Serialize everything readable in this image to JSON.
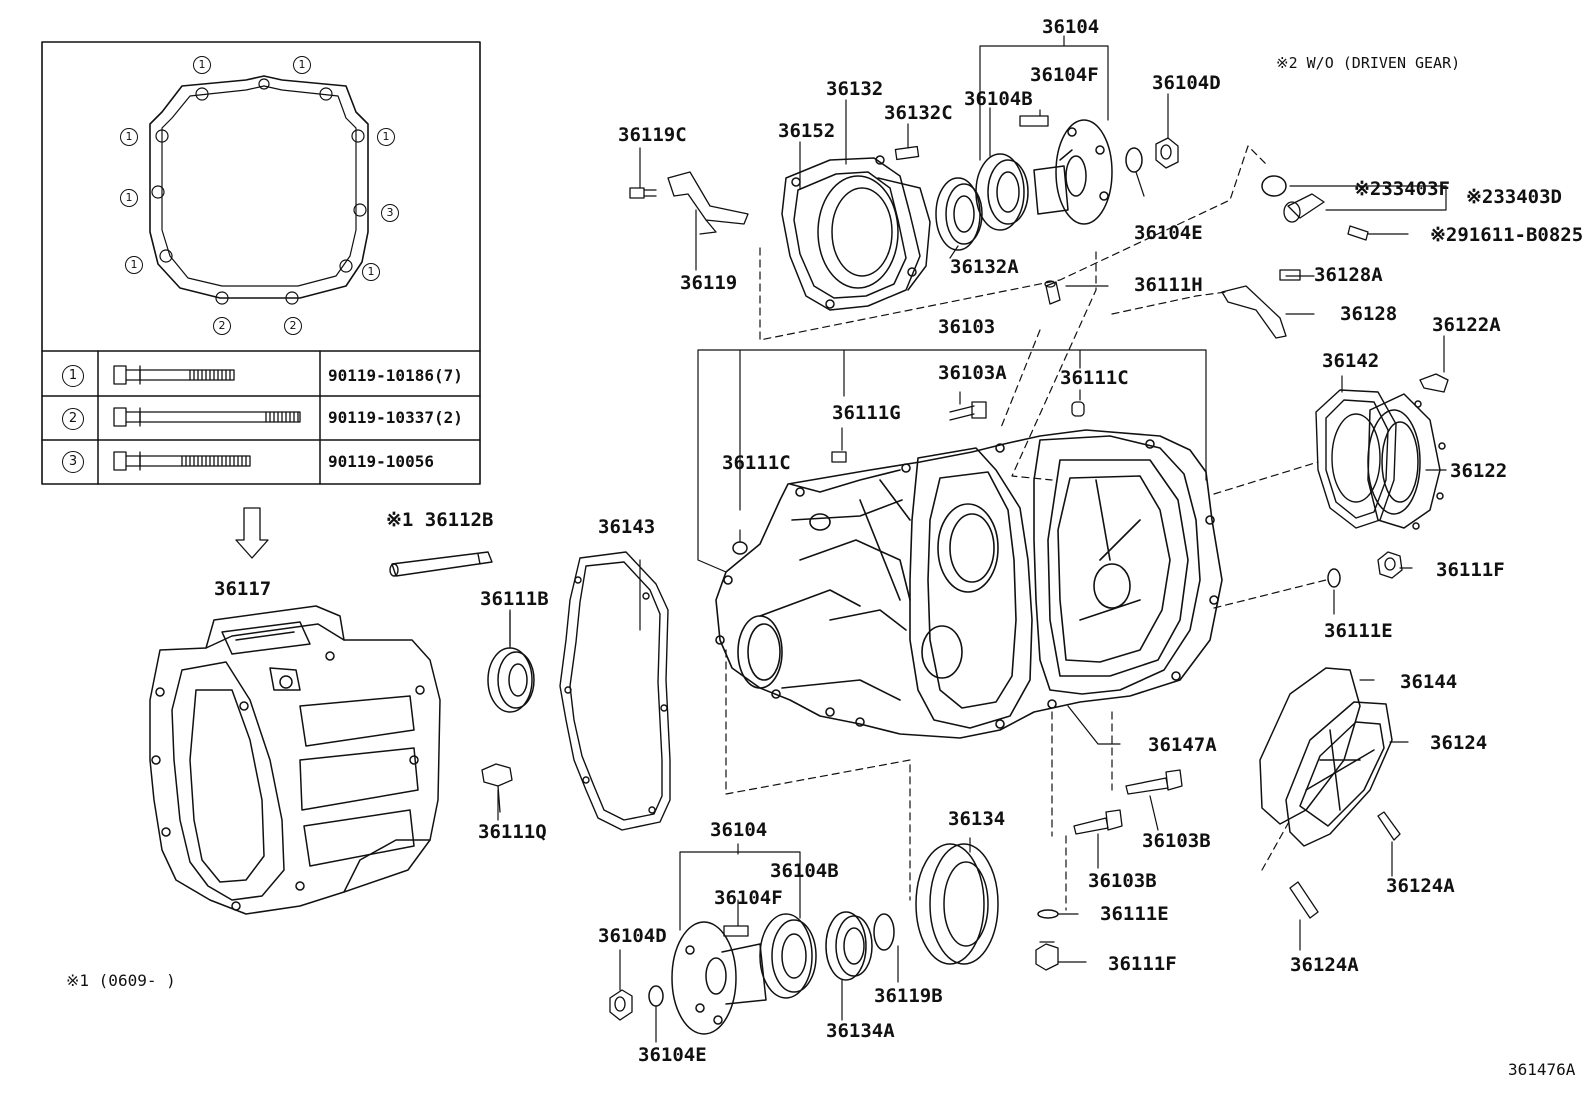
{
  "diagram": {
    "notes": {
      "driven_gear": "※2 W/O (DRIVEN GEAR)",
      "date_range": "※1 (0609-        )",
      "figure_id": "361476A"
    },
    "bolt_table": {
      "rows": [
        {
          "marker": "1",
          "part_number": "90119-10186(7)"
        },
        {
          "marker": "2",
          "part_number": "90119-10337(2)"
        },
        {
          "marker": "3",
          "part_number": "90119-10056"
        }
      ],
      "gasket_markers": [
        "1",
        "1",
        "1",
        "1",
        "1",
        "1",
        "1",
        "1",
        "3",
        "2",
        "2"
      ]
    },
    "labels": {
      "p36104_top": "36104",
      "p36104F_top": "36104F",
      "p36104D_top": "36104D",
      "p36132": "36132",
      "p36104B_top": "36104B",
      "p36132C": "36132C",
      "p36119C": "36119C",
      "p36152": "36152",
      "p36104E_top": "36104E",
      "p36119": "36119",
      "p36132A": "36132A",
      "p33403F": "※233403F",
      "p33403D": "※233403D",
      "p291611": "※291611-B0825",
      "p36128A": "36128A",
      "p36111H": "36111H",
      "p36128": "36128",
      "p36103": "36103",
      "p36103A": "36103A",
      "p36111C_right": "36111C",
      "p36122A": "36122A",
      "p36142": "36142",
      "p36111G": "36111G",
      "p36122": "36122",
      "p36111C_left": "36111C",
      "p36112B": "※1 36112B",
      "p36143": "36143",
      "p36111F_right": "36111F",
      "p36117": "36117",
      "p36111B": "36111B",
      "p36111E_right": "36111E",
      "p36144": "36144",
      "p36124": "36124",
      "p36147A": "36147A",
      "p36111Q": "36111Q",
      "p36134": "36134",
      "p36104_bottom": "36104",
      "p36103B_right": "36103B",
      "p36104B_bottom": "36104B",
      "p36103B_left": "36103B",
      "p36124A_right": "36124A",
      "p36104F_bottom": "36104F",
      "p36111E_bottom": "36111E",
      "p36104D_bottom": "36104D",
      "p36111F_bottom": "36111F",
      "p36124A_bottom": "36124A",
      "p36119B": "36119B",
      "p36134A": "36134A",
      "p36104E_bottom": "36104E"
    }
  }
}
